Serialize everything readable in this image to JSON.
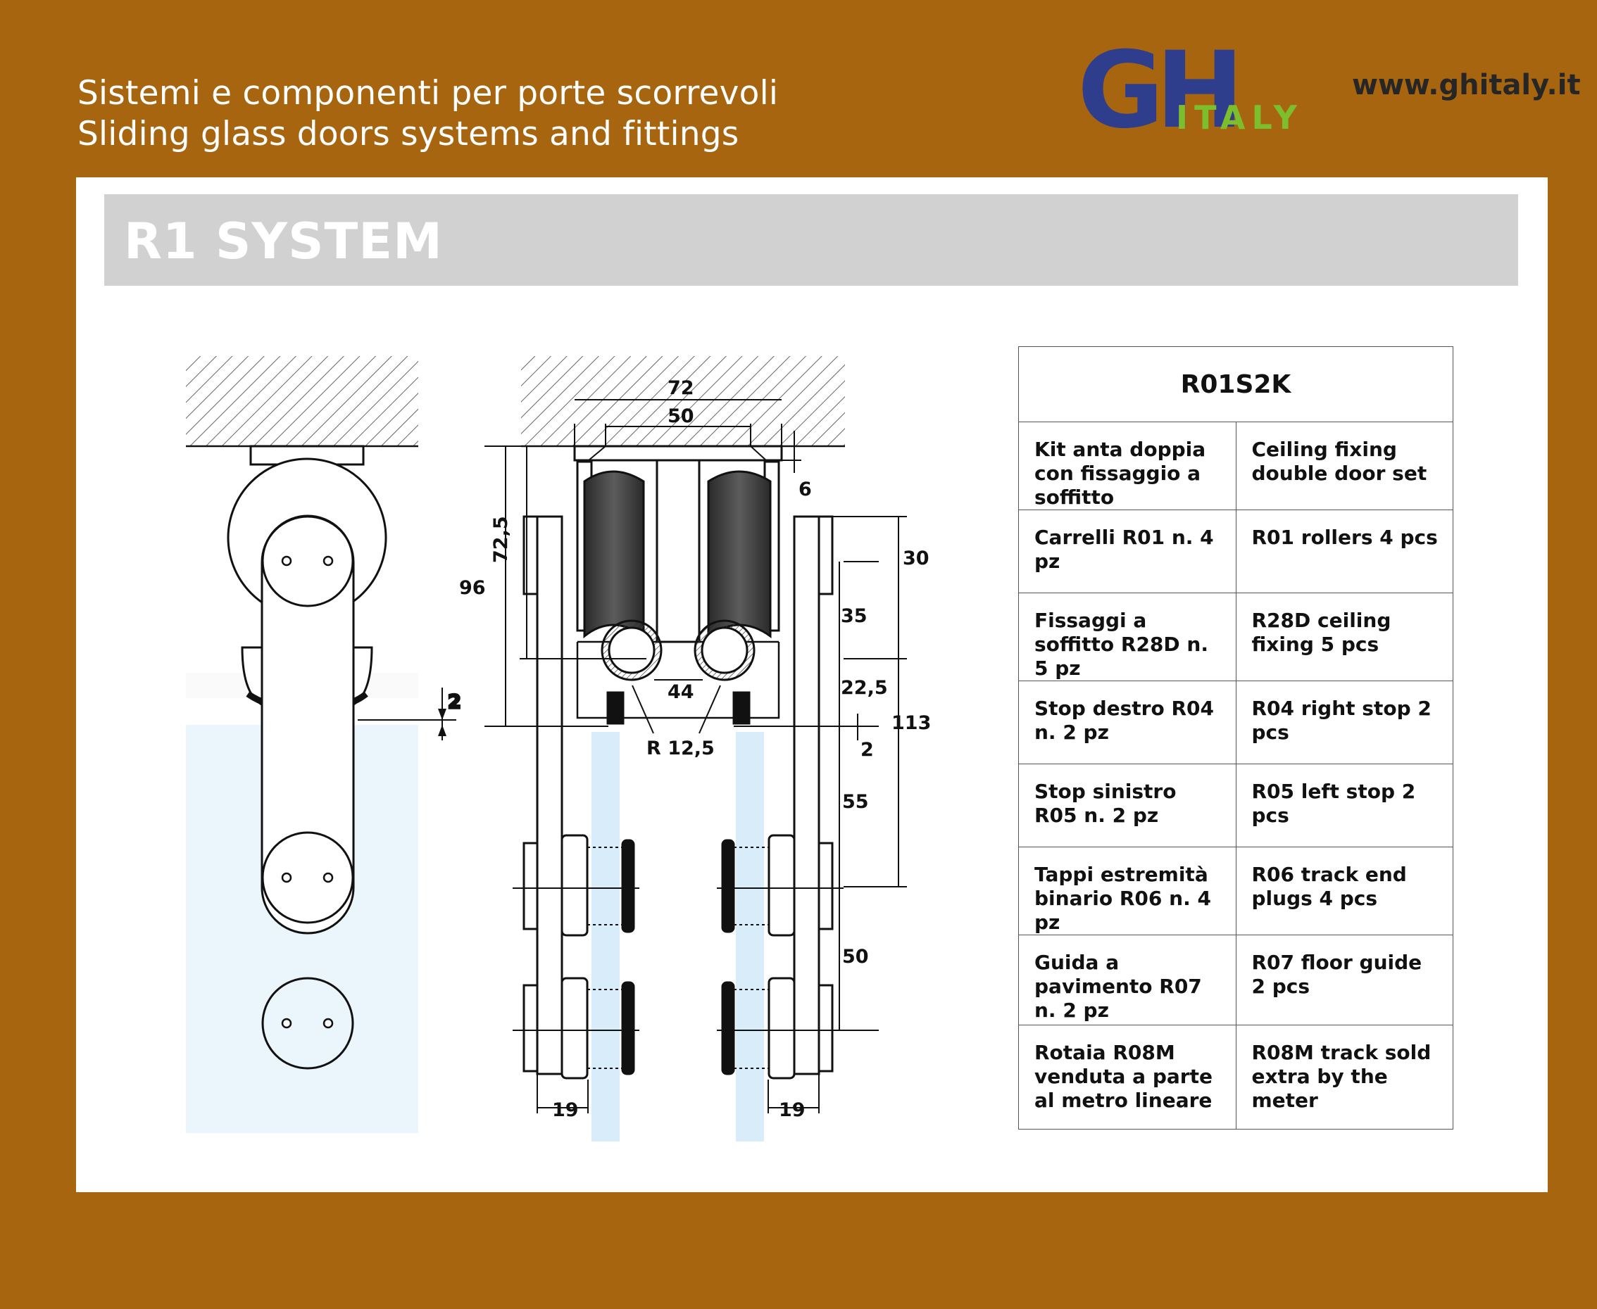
{
  "header": {
    "tagline_it": "Sistemi e componenti per porte scorrevoli",
    "tagline_en": "Sliding glass doors systems and fittings",
    "logo": {
      "letters": "GH",
      "subtext": "ITALY",
      "color_primary": "#2E3E8C",
      "color_accent": "#7DBE2C"
    },
    "website": "www.ghitaly.it"
  },
  "title": "R1 SYSTEM",
  "drawing": {
    "dimensions": {
      "d72": "72",
      "d50": "50",
      "d6": "6",
      "d72_5": "72,5",
      "d96": "96",
      "d30": "30",
      "d35": "35",
      "d22_5": "22,5",
      "d113": "113",
      "d2_left": "2",
      "d2_right": "2",
      "d44": "44",
      "r12_5": "R 12,5",
      "d55": "55",
      "d50_lower": "50",
      "d19_left": "19",
      "d19_right": "19"
    }
  },
  "kit": {
    "code": "R01S2K",
    "rows": [
      {
        "it": "Kit anta doppia con fissaggio a soffitto",
        "en": "Ceiling fixing double door set"
      },
      {
        "it": "Carrelli R01 n. 4 pz",
        "en": "R01 rollers 4 pcs"
      },
      {
        "it": "Fissaggi a soffitto R28D n. 5 pz",
        "en": "R28D ceiling fixing 5 pcs"
      },
      {
        "it": "Stop destro R04 n. 2 pz",
        "en": "R04 right stop 2 pcs"
      },
      {
        "it": "Stop sinistro R05 n. 2 pz",
        "en": "R05 left stop 2 pcs"
      },
      {
        "it": "Tappi estremità binario R06 n. 4 pz",
        "en": "R06 track end plugs 4 pcs"
      },
      {
        "it": "Guida a pavimento R07 n. 2 pz",
        "en": "R07 floor guide 2 pcs"
      },
      {
        "it": "Rotaia R08M venduta a parte al metro lineare",
        "en": "R08M track sold extra by the meter"
      }
    ]
  }
}
